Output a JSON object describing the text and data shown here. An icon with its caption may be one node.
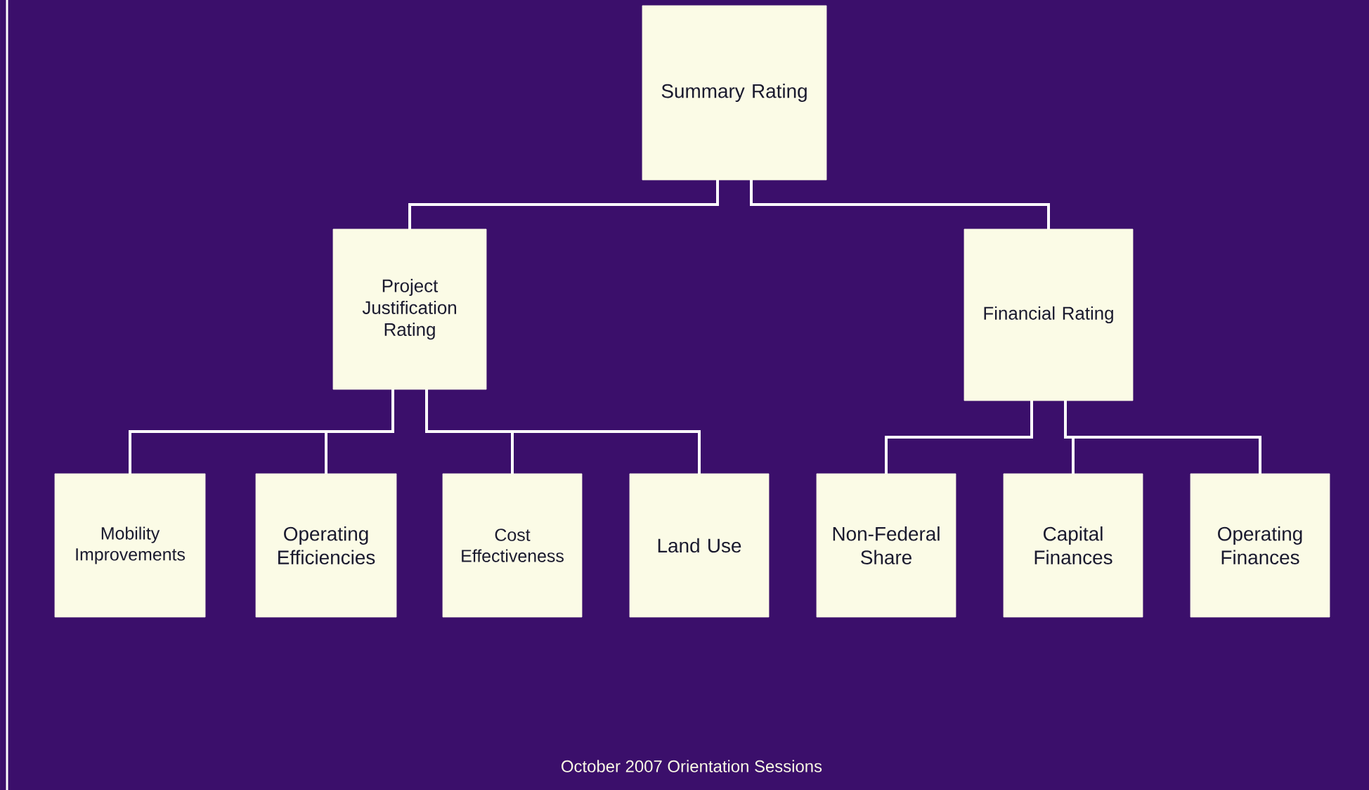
{
  "diagram": {
    "nodes": [
      {
        "text": [
          "Summary Rating"
        ]
      },
      {
        "text": [
          "Project Justification Rating"
        ]
      },
      {
        "text": [
          "Financial Rating"
        ]
      },
      {
        "text": [
          "Mobility Improvements"
        ]
      },
      {
        "text": [
          "Operating Efficiencies"
        ]
      },
      {
        "text": [
          "Cost Effectiveness"
        ]
      },
      {
        "text": [
          "Land Use"
        ]
      },
      {
        "text": [
          "Non-Federal Share"
        ]
      },
      {
        "text": [
          "Capital Finances"
        ]
      },
      {
        "text": [
          "Operating Finances"
        ]
      }
    ],
    "edges": [
      {
        "from": 0,
        "to": 1,
        "arrow": "none"
      },
      {
        "from": 0,
        "to": 2,
        "arrow": "none"
      },
      {
        "from": 1,
        "to": 3,
        "arrow": "none"
      },
      {
        "from": 1,
        "to": 4,
        "arrow": "none"
      },
      {
        "from": 1,
        "to": 5,
        "arrow": "none"
      },
      {
        "from": 1,
        "to": 6,
        "arrow": "none"
      },
      {
        "from": 2,
        "to": 7,
        "arrow": "none"
      },
      {
        "from": 2,
        "to": 8,
        "arrow": "none"
      },
      {
        "from": 2,
        "to": 9,
        "arrow": "none"
      }
    ],
    "labels": [
      "October 2007 Orientation Sessions"
    ]
  }
}
